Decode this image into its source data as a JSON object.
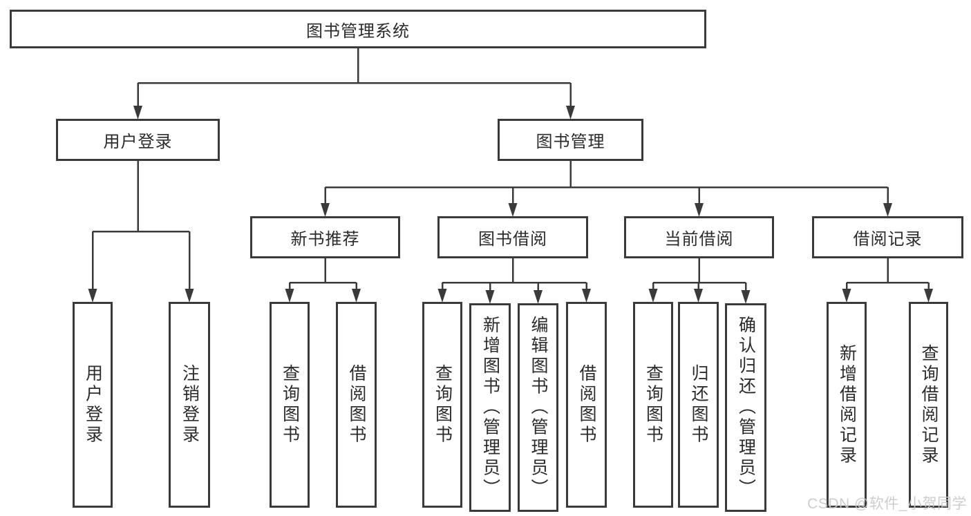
{
  "diagram": {
    "title": "图书管理系统",
    "nodes": [
      {
        "id": "root",
        "label": "图书管理系统",
        "orientation": "horizontal",
        "level": 0,
        "parent": null
      },
      {
        "id": "user-login",
        "label": "用户登录",
        "orientation": "horizontal",
        "level": 1,
        "parent": "root"
      },
      {
        "id": "book-mgmt",
        "label": "图书管理",
        "orientation": "horizontal",
        "level": 1,
        "parent": "root"
      },
      {
        "id": "new-book-rec",
        "label": "新书推荐",
        "orientation": "horizontal",
        "level": 2,
        "parent": "book-mgmt"
      },
      {
        "id": "book-borrow",
        "label": "图书借阅",
        "orientation": "horizontal",
        "level": 2,
        "parent": "book-mgmt"
      },
      {
        "id": "current-borrow",
        "label": "当前借阅",
        "orientation": "horizontal",
        "level": 2,
        "parent": "book-mgmt"
      },
      {
        "id": "borrow-records",
        "label": "借阅记录",
        "orientation": "horizontal",
        "level": 2,
        "parent": "book-mgmt"
      },
      {
        "id": "user-login-leaf",
        "label": "用户登录",
        "orientation": "vertical",
        "level": 2,
        "parent": "user-login"
      },
      {
        "id": "logout-leaf",
        "label": "注销登录",
        "orientation": "vertical",
        "level": 2,
        "parent": "user-login"
      },
      {
        "id": "rec-query-book",
        "label": "查询图书",
        "orientation": "vertical",
        "level": 3,
        "parent": "new-book-rec"
      },
      {
        "id": "rec-borrow-book",
        "label": "借阅图书",
        "orientation": "vertical",
        "level": 3,
        "parent": "new-book-rec"
      },
      {
        "id": "bb-query-book",
        "label": "查询图书",
        "orientation": "vertical",
        "level": 3,
        "parent": "book-borrow"
      },
      {
        "id": "bb-add-book",
        "label": "新增图书（管理员）",
        "orientation": "vertical",
        "level": 3,
        "parent": "book-borrow"
      },
      {
        "id": "bb-edit-book",
        "label": "编辑图书（管理员）",
        "orientation": "vertical",
        "level": 3,
        "parent": "book-borrow"
      },
      {
        "id": "bb-borrow-book",
        "label": "借阅图书",
        "orientation": "vertical",
        "level": 3,
        "parent": "book-borrow"
      },
      {
        "id": "cb-query-book",
        "label": "查询图书",
        "orientation": "vertical",
        "level": 3,
        "parent": "current-borrow"
      },
      {
        "id": "cb-return-book",
        "label": "归还图书",
        "orientation": "vertical",
        "level": 3,
        "parent": "current-borrow"
      },
      {
        "id": "cb-confirm-return",
        "label": "确认归还（管理员）",
        "orientation": "vertical",
        "level": 3,
        "parent": "current-borrow"
      },
      {
        "id": "br-add-record",
        "label": "新增借阅记录",
        "orientation": "vertical",
        "level": 3,
        "parent": "borrow-records"
      },
      {
        "id": "br-query-record",
        "label": "查询借阅记录",
        "orientation": "vertical",
        "level": 3,
        "parent": "borrow-records"
      }
    ]
  },
  "watermark": {
    "text": "CSDN @软件_小贺同学",
    "color": "#c8c8c8"
  },
  "colors": {
    "line": "#3a3a3a",
    "box_border": "#3a3a3a",
    "box_background": "#ffffff",
    "text": "#2b2b2b",
    "background": "#ffffff"
  }
}
